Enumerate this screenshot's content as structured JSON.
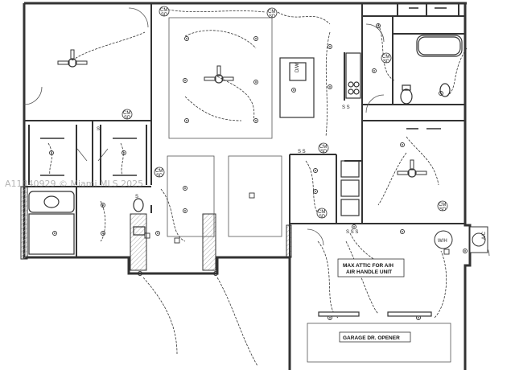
{
  "watermark": "A11840929 © Miami MLS 2025",
  "labels": {
    "attic_line1": "MAX ATTIC FOR A/H",
    "attic_line2": "AIR HANDLE UNIT",
    "garage_opener": "GARAGE DR. OPENER",
    "water_heater": "W/H",
    "ac": "A/C",
    "dishwasher": "D/W",
    "cm": "CM",
    "sd": "SD"
  },
  "colors": {
    "line": "#333333",
    "fill": "#ffffff",
    "hatch": "#bbbbbb"
  },
  "icons": [
    "ceiling-fan-icon",
    "smoke-detector-icon",
    "light-fixture-icon",
    "switch-icon",
    "outlet-icon"
  ]
}
